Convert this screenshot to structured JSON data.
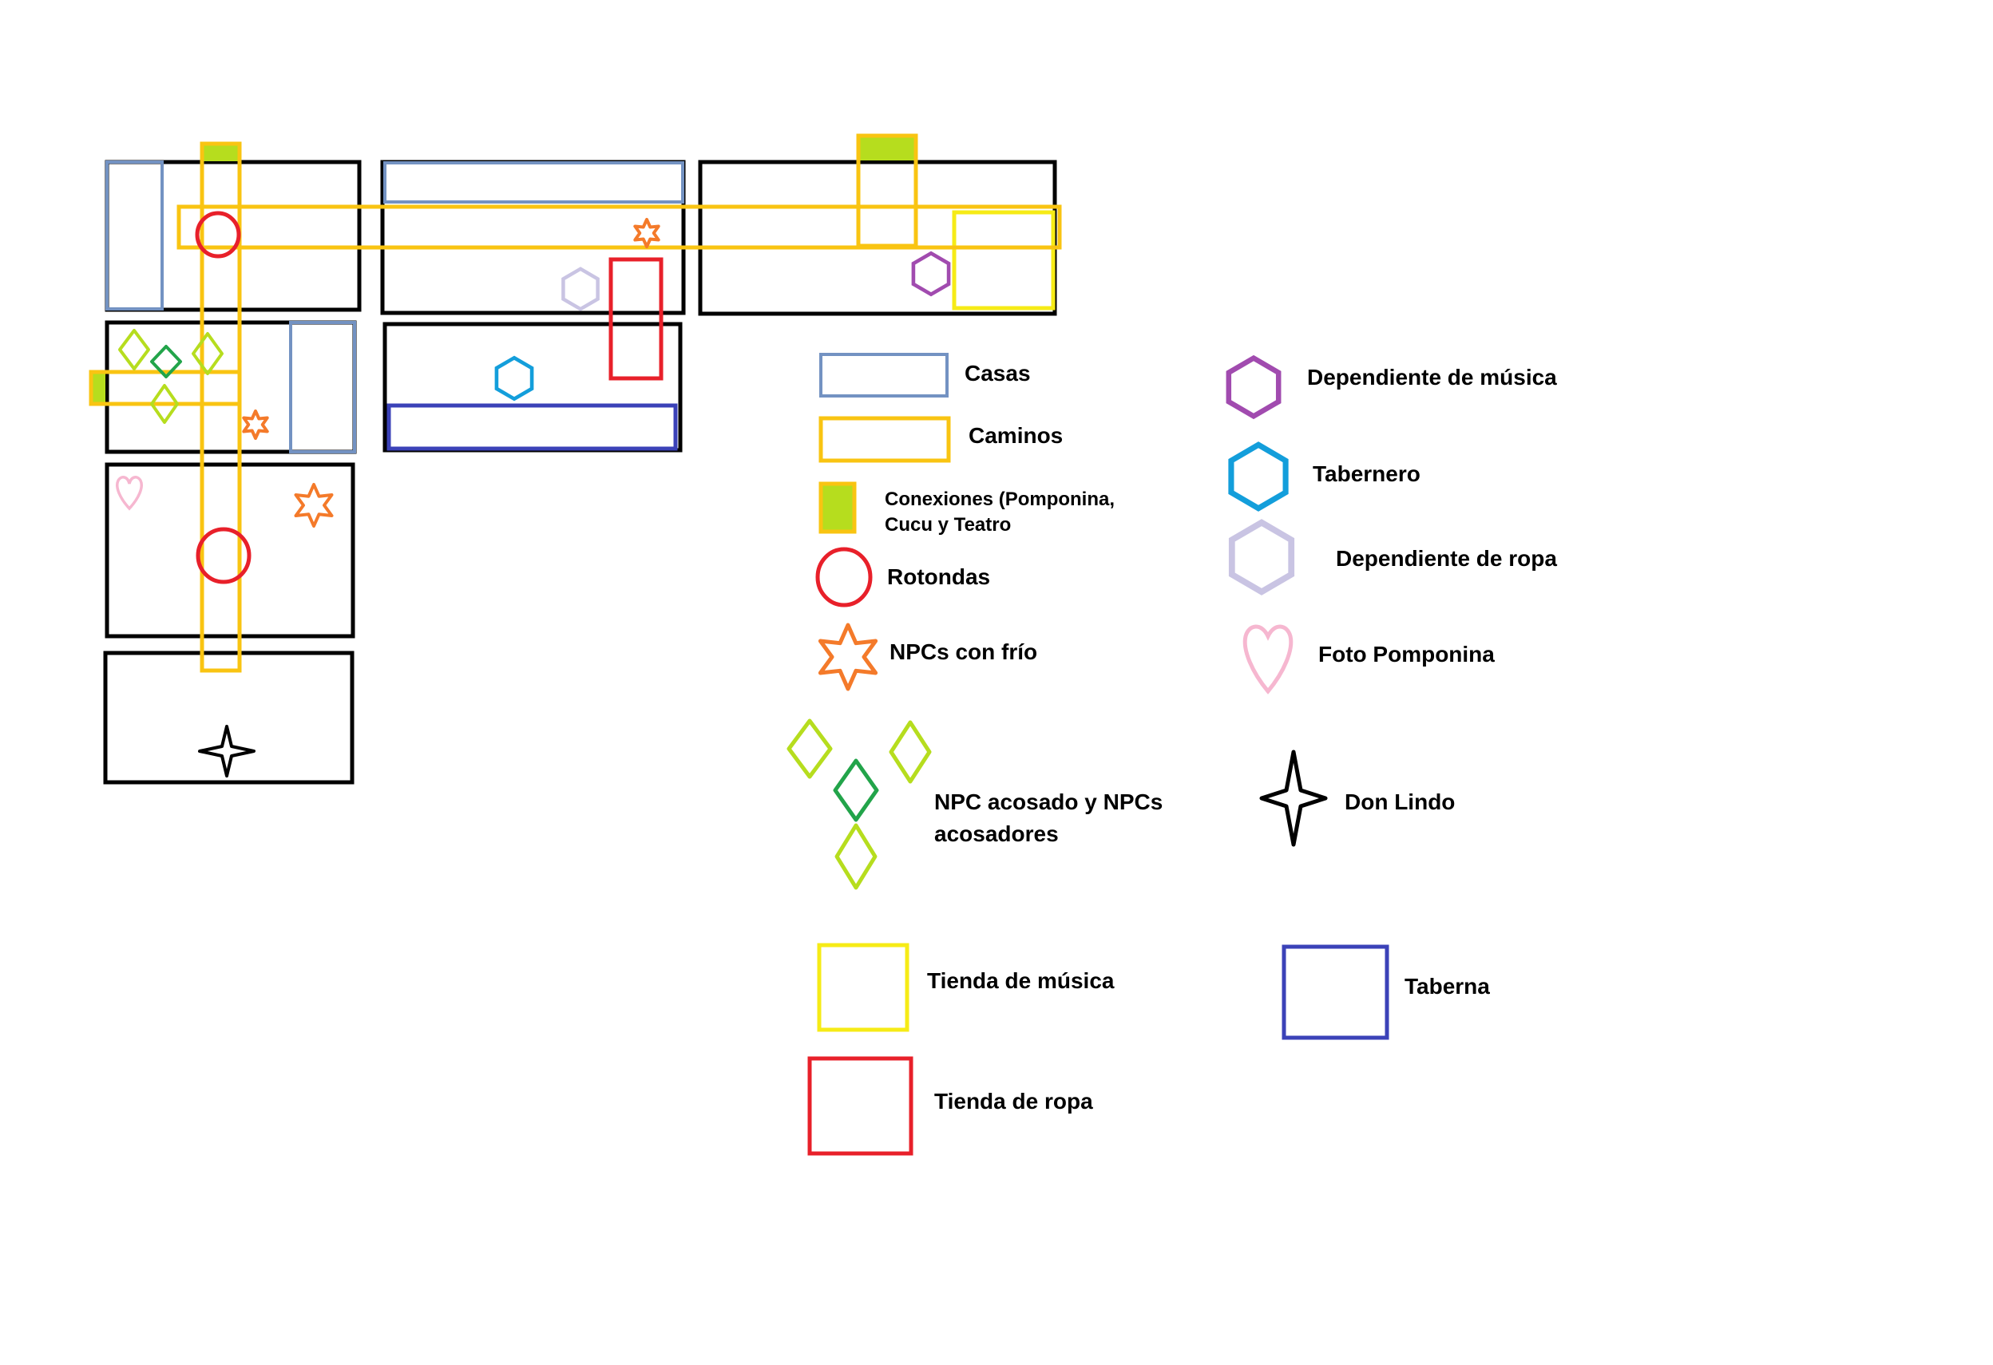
{
  "colors": {
    "building": "#000000",
    "casas": "#7392C2",
    "caminos": "#F9C412",
    "conexiones_fill": "#B6DD1E",
    "rotondas": "#E8202A",
    "npcs_frio": "#F47A2A",
    "npc_acosador": "#B6DD1E",
    "npc_acosado": "#22A44A",
    "don_lindo": "#000000",
    "tienda_musica": "#F6EB16",
    "tienda_ropa": "#E8202A",
    "dependiente_musica": "#A14BAF",
    "tabernero": "#139EDB",
    "dependiente_ropa": "#C9C4E3",
    "foto_pomponina": "#F6B7D0",
    "taberna": "#3B42B8"
  },
  "legend": {
    "casas": {
      "label": "Casas",
      "icon": "rectangle-outline"
    },
    "caminos": {
      "label": "Caminos",
      "icon": "rectangle-outline"
    },
    "conexiones": {
      "line1": "Conexiones (Pomponina,",
      "line2": "Cucu y Teatro",
      "icon": "filled-rectangle"
    },
    "rotondas": {
      "label": "Rotondas",
      "icon": "circle"
    },
    "npcs_frio": {
      "label": "NPCs con frío",
      "icon": "six-point-star"
    },
    "npc_acosado": {
      "line1": "NPC acosado y NPCs",
      "line2": "acosadores",
      "icon": "diamond"
    },
    "tienda_musica": {
      "label": "Tienda de música",
      "icon": "square-outline"
    },
    "tienda_ropa": {
      "label": "Tienda de ropa",
      "icon": "square-outline"
    },
    "dependiente_musica": {
      "label": "Dependiente de música",
      "icon": "hexagon"
    },
    "tabernero": {
      "label": "Tabernero",
      "icon": "hexagon"
    },
    "dependiente_ropa": {
      "label": "Dependiente de ropa",
      "icon": "hexagon"
    },
    "foto_pomponina": {
      "label": "Foto Pomponina",
      "icon": "heart"
    },
    "don_lindo": {
      "label": "Don Lindo",
      "icon": "four-point-star"
    },
    "taberna": {
      "label": "Taberna",
      "icon": "square-outline"
    }
  }
}
